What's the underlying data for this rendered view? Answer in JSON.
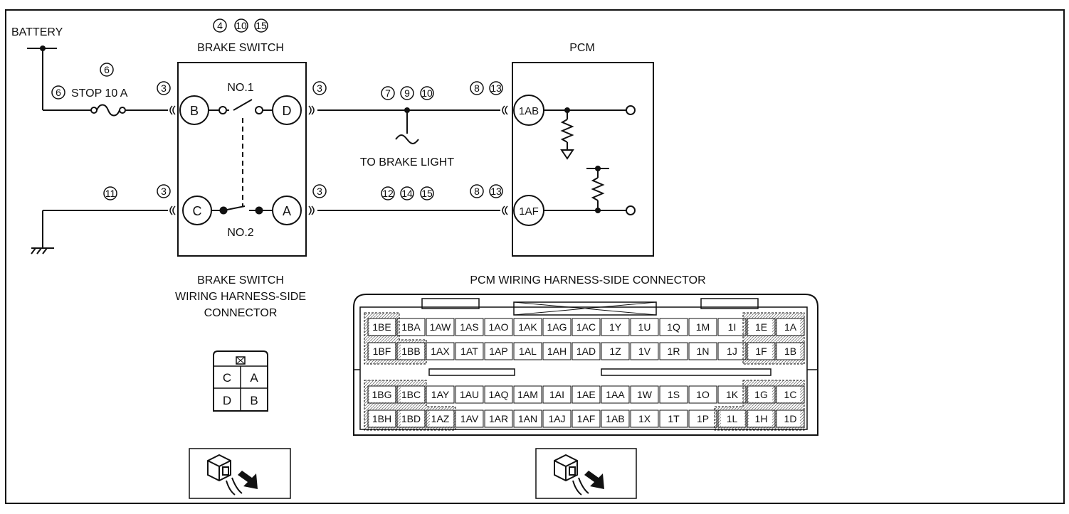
{
  "labels": {
    "battery": "BATTERY",
    "fuse": "STOP 10 A",
    "brake_switch": "BRAKE SWITCH",
    "brake_switch_refs": [
      "4",
      "10",
      "15"
    ],
    "pcm": "PCM",
    "no1": "NO.1",
    "no2": "NO.2",
    "to_brake_light": "TO BRAKE LIGHT",
    "brake_switch_connector": [
      "BRAKE SWITCH",
      "WIRING HARNESS-SIDE",
      "CONNECTOR"
    ],
    "pcm_connector_title": "PCM WIRING HARNESS-SIDE CONNECTOR"
  },
  "refs": {
    "fuse_top": "6",
    "fuse_left": "6",
    "bs_b_left": "3",
    "bs_d_right": "3",
    "bs_c_left": "3",
    "bs_a_right": "3",
    "ground_wire": "11",
    "upper_wire": [
      "7",
      "9",
      "10"
    ],
    "lower_wire": [
      "12",
      "14",
      "15"
    ],
    "pcm_upper": [
      "8",
      "13"
    ],
    "pcm_lower": [
      "8",
      "13"
    ]
  },
  "pins": {
    "bs_b": "B",
    "bs_d": "D",
    "bs_c": "C",
    "bs_a": "A",
    "pcm_1ab": "1AB",
    "pcm_1af": "1AF"
  },
  "brake_connector_cells": [
    "C",
    "A",
    "D",
    "B"
  ],
  "pcm_connector": {
    "rows": [
      [
        "1BE",
        "1BA",
        "1AW",
        "1AS",
        "1AO",
        "1AK",
        "1AG",
        "1AC",
        "1Y",
        "1U",
        "1Q",
        "1M",
        "1I",
        "1E",
        "1A"
      ],
      [
        "1BF",
        "1BB",
        "1AX",
        "1AT",
        "1AP",
        "1AL",
        "1AH",
        "1AD",
        "1Z",
        "1V",
        "1R",
        "1N",
        "1J",
        "1F",
        "1B"
      ],
      [
        "1BG",
        "1BC",
        "1AY",
        "1AU",
        "1AQ",
        "1AM",
        "1AI",
        "1AE",
        "1AA",
        "1W",
        "1S",
        "1O",
        "1K",
        "1G",
        "1C"
      ],
      [
        "1BH",
        "1BD",
        "1AZ",
        "1AV",
        "1AR",
        "1AN",
        "1AJ",
        "1AF",
        "1AB",
        "1X",
        "1T",
        "1P",
        "1L",
        "1H",
        "1D"
      ]
    ]
  }
}
